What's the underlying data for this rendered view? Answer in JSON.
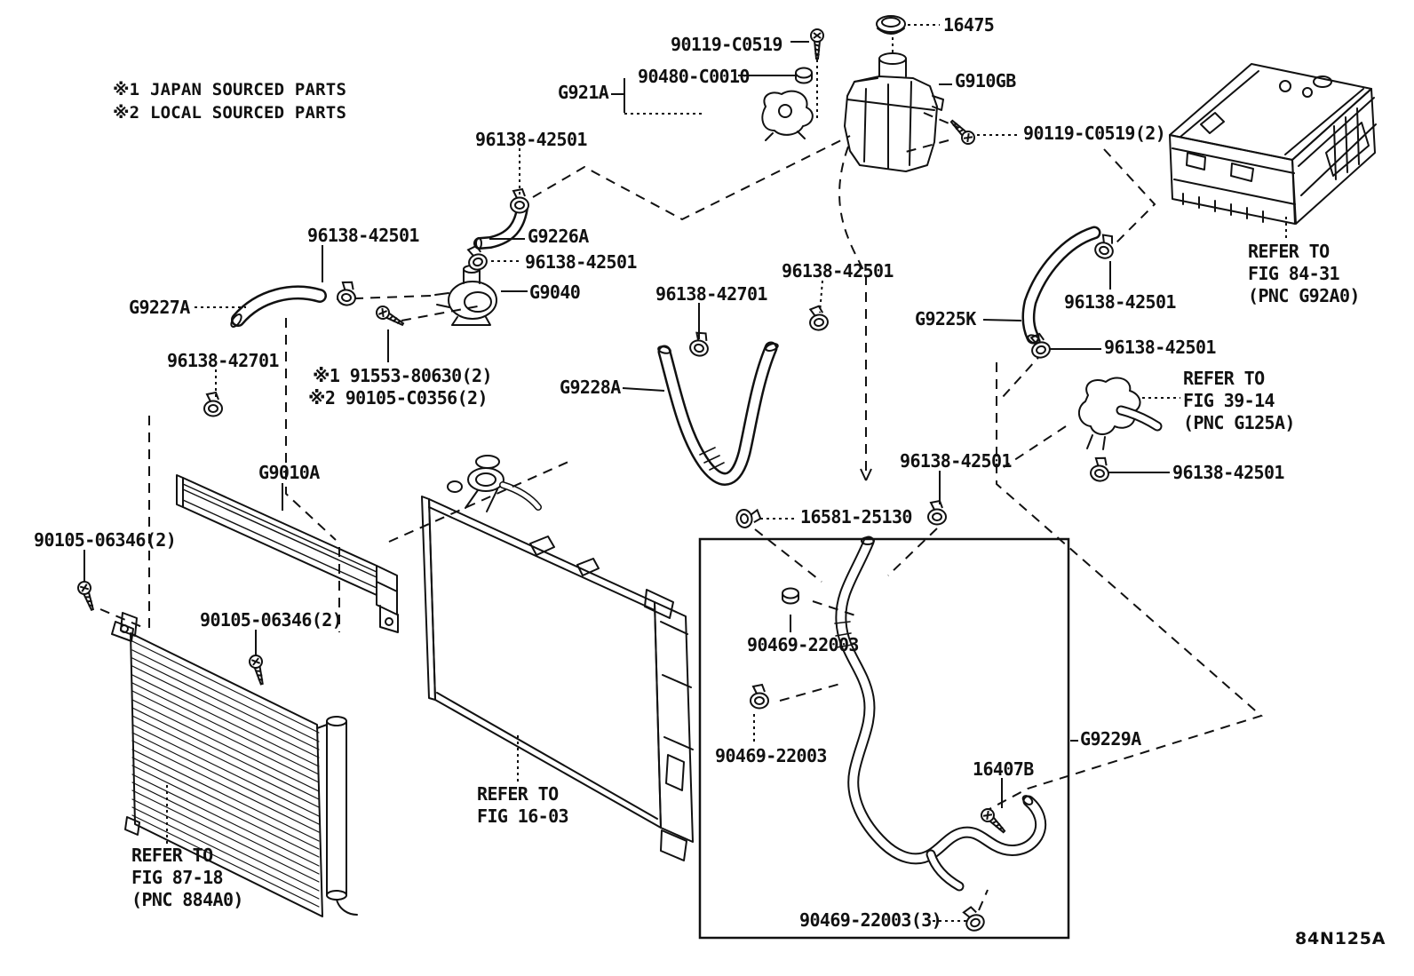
{
  "figure": {
    "code": "84N125A"
  },
  "notes": {
    "line1": "※1 JAPAN SOURCED PARTS",
    "line2": "※2 LOCAL SOURCED PARTS"
  },
  "part_labels": [
    {
      "text": "90119-C0519"
    },
    {
      "text": "16475"
    },
    {
      "text": "90480-C0010"
    },
    {
      "text": "G921A"
    },
    {
      "text": "G910GB"
    },
    {
      "text": "90119-C0519(2)"
    },
    {
      "text": "96138-42501"
    },
    {
      "text": "96138-42501"
    },
    {
      "text": "G9226A"
    },
    {
      "text": "96138-42501"
    },
    {
      "text": "G9227A"
    },
    {
      "text": "G9040"
    },
    {
      "text": "96138-42701"
    },
    {
      "text": "※1 91553-80630(2)"
    },
    {
      "text": "※2 90105-C0356(2)"
    },
    {
      "text": "96138-42701"
    },
    {
      "text": "96138-42501"
    },
    {
      "text": "G9225K"
    },
    {
      "text": "96138-42501"
    },
    {
      "text": "96138-42501"
    },
    {
      "text": "G9228A"
    },
    {
      "text": "96138-42501"
    },
    {
      "text": "96138-42501"
    },
    {
      "text": "16581-25130"
    },
    {
      "text": "90105-06346(2)"
    },
    {
      "text": "G9010A"
    },
    {
      "text": "90105-06346(2)"
    },
    {
      "text": "90469-22003"
    },
    {
      "text": "90469-22003"
    },
    {
      "text": "G9229A"
    },
    {
      "text": "16407B"
    },
    {
      "text": "90469-22003(3)"
    },
    {
      "text": "84N125A"
    }
  ],
  "figure_refs": [
    {
      "line1": "REFER TO",
      "line2": "FIG 84-31",
      "line3": "(PNC G92A0)"
    },
    {
      "line1": "REFER TO",
      "line2": "FIG 39-14",
      "line3": "(PNC G125A)"
    },
    {
      "line1": "REFER TO",
      "line2": "FIG 16-03"
    },
    {
      "line1": "REFER TO",
      "line2": "FIG 87-18",
      "line3": "(PNC 884A0)"
    }
  ],
  "colors": {
    "ink": "#111111",
    "paper": "#ffffff"
  }
}
